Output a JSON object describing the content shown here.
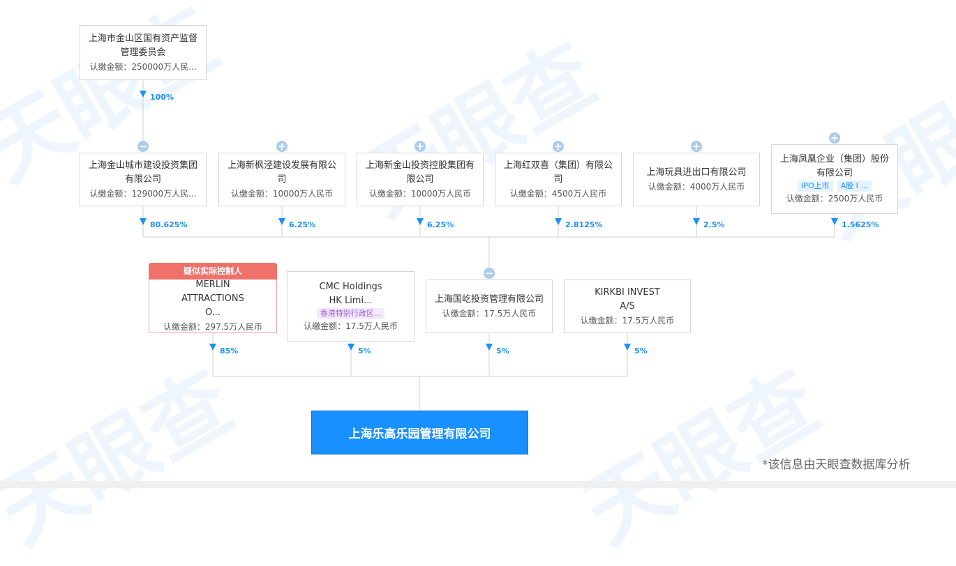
{
  "diagram": {
    "top": {
      "name": "上海市金山区国有资产监督管理委员会",
      "amount": "认缴金额：250000万人民...",
      "percent": "100%"
    },
    "level1": [
      {
        "name": "上海金山城市建设投资集团有限公司",
        "amount": "认缴金额：129000万人民...",
        "percent": "80.625%",
        "toggle": "−"
      },
      {
        "name": "上海新枫泾建设发展有限公司",
        "amount": "认缴金额：10000万人民币",
        "percent": "6.25%",
        "toggle": "+"
      },
      {
        "name": "上海新金山投资控股集团有限公司",
        "amount": "认缴金额：10000万人民币",
        "percent": "6.25%",
        "toggle": "+"
      },
      {
        "name": "上海红双喜（集团）有限公司",
        "amount": "认缴金额：4500万人民币",
        "percent": "2.8125%",
        "toggle": "+"
      },
      {
        "name": "上海玩具进出口有限公司",
        "amount": "认缴金额：4000万人民币",
        "percent": "2.5%",
        "toggle": "+"
      },
      {
        "name": "上海凤凰企业（集团）股份有限公司",
        "tags": [
          "IPO上市",
          "A股 I ..."
        ],
        "amount": "认缴金额：2500万人民币",
        "percent": "1.5625%",
        "toggle": "+"
      }
    ],
    "level2": [
      {
        "badge": "疑似实际控制人",
        "name": "MERLIN ATTRACTIONS O...",
        "amount": "认缴金额：297.5万人民币",
        "percent": "85%"
      },
      {
        "name": "CMC Holdings HK Limi...",
        "tag": "香港特别行政区...",
        "amount": "认缴金额：17.5万人民币",
        "percent": "5%"
      },
      {
        "name": "上海国屹投资管理有限公司",
        "amount": "认缴金额：17.5万人民币",
        "percent": "5%",
        "toggle": "−"
      },
      {
        "name": "KIRKBI INVEST A/S",
        "amount": "认缴金额：17.5万人民币",
        "percent": "5%"
      }
    ],
    "target": {
      "name": "上海乐高乐园管理有限公司"
    }
  },
  "footnote": "*该信息由天眼查数据库分析",
  "colors": {
    "accent": "#1890ff",
    "badge": "#f0706a",
    "toggle": "#a9cbee",
    "border": "#d5d5d5"
  }
}
